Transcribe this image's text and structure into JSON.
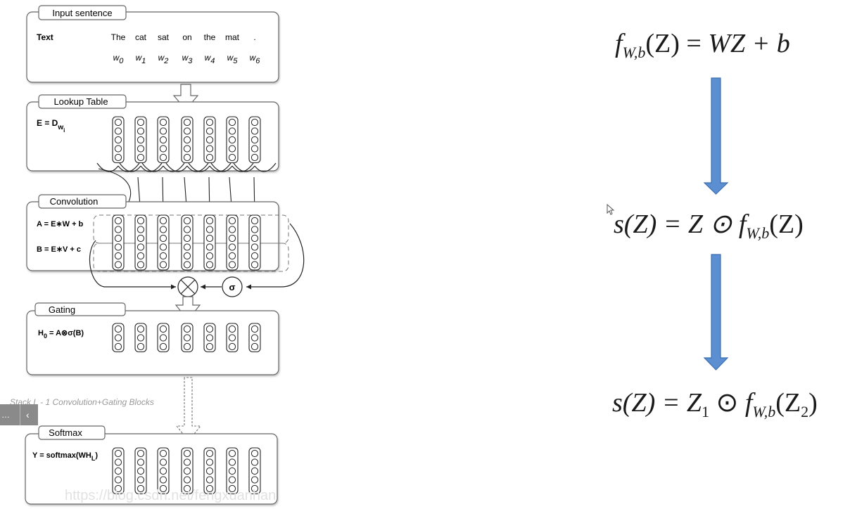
{
  "diagram": {
    "input_section": {
      "title": "Input sentence",
      "row_label": "Text",
      "words": [
        "The",
        "cat",
        "sat",
        "on",
        "the",
        "mat",
        "."
      ],
      "indices": [
        "0",
        "1",
        "2",
        "3",
        "4",
        "5",
        "6"
      ],
      "index_symbol": "w"
    },
    "lookup_section": {
      "title": "Lookup Table",
      "formula": "E = D",
      "formula_sub": "w",
      "formula_subsub": "i"
    },
    "conv_section": {
      "title": "Convolution",
      "formula_a": "A = E∗W + b",
      "formula_b": "B = E∗V + c"
    },
    "sigma_label": "σ",
    "gating_section": {
      "title": "Gating",
      "formula_pre": "H",
      "formula_sub": "0",
      "formula_post": " = A⊗σ(B)"
    },
    "stack_label": "Stack L - 1 Convolution+Gating Blocks",
    "softmax_section": {
      "title": "Softmax",
      "formula_pre": "Y = softmax(WH",
      "formula_sub": "L",
      "formula_post": ")"
    }
  },
  "equations": {
    "eq1": {
      "lhs_f": "f",
      "lhs_sub": "W,b",
      "lhs_arg": "(Z) = ",
      "rhs": "WZ + b"
    },
    "eq2": {
      "lhs": "s(Z) = Z ⊙ ",
      "f": "f",
      "f_sub": "W,b",
      "f_arg": "(Z)"
    },
    "eq3": {
      "lhs": "s(Z) = Z",
      "z_sub": "1",
      "dot": " ⊙ ",
      "f": "f",
      "f_sub": "W,b",
      "f_arg_pre": "(Z",
      "f_arg_sub": "2",
      "f_arg_post": ")"
    }
  },
  "watermark": "https://blog.csdn.net/fengxuanhan",
  "sidebar_tab": {
    "label": "…",
    "chevron": "‹"
  },
  "colors": {
    "arrow_blue": "#5b8fd1",
    "arrow_blue_border": "#3e6fb0",
    "box_border": "#666666"
  }
}
